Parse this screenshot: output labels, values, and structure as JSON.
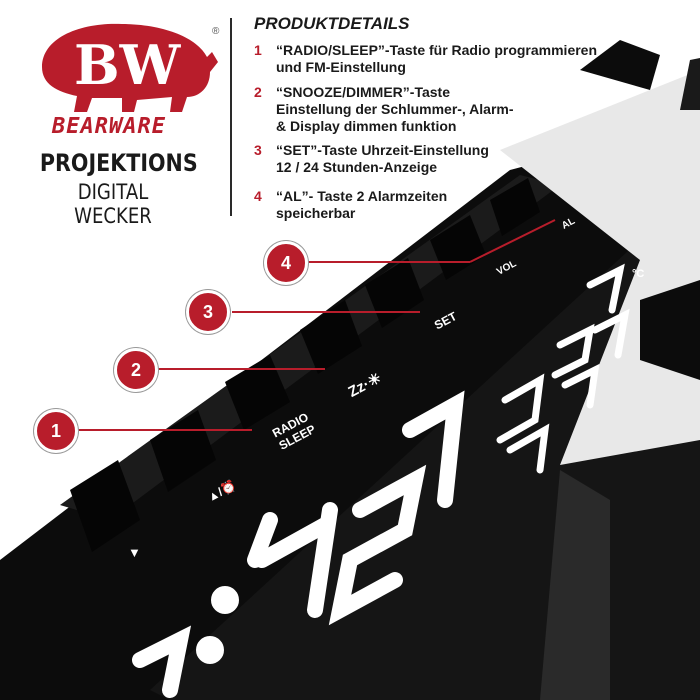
{
  "brand": {
    "monogram": "BW",
    "registered": "®",
    "name": "BEARWARE",
    "title": "PROJEKTIONS",
    "subtitle": "DIGITAL WECKER",
    "accent_color": "#b81d2b"
  },
  "details": {
    "heading": "PRODUKTDETAILS",
    "items": [
      {
        "num": "1",
        "line1": "“RADIO/SLEEP”-Taste für Radio programmieren",
        "line2": "und FM-Einstellung",
        "line3": ""
      },
      {
        "num": "2",
        "line1": "“SNOOZE/DIMMER”-Taste",
        "line2": "Einstellung der Schlummer-, Alarm-",
        "line3": "& Display dimmen funktion"
      },
      {
        "num": "3",
        "line1": "“SET”-Taste Uhrzeit-Einstellung",
        "line2": "12 / 24 Stunden-Anzeige",
        "line3": ""
      },
      {
        "num": "4",
        "line1": "“AL”- Taste 2 Alarmzeiten",
        "line2": "speicherbar",
        "line3": ""
      }
    ]
  },
  "clock": {
    "buttons": {
      "down": "▼",
      "up_alarm": "▲/⏰",
      "radio": "RADIO",
      "sleep": "SLEEP",
      "snooze": "Zz·☀",
      "set": "SET",
      "vol": "VOL",
      "al": "AL"
    },
    "unit": "°C",
    "markers": [
      "1",
      "2",
      "3",
      "4"
    ]
  },
  "icons": {
    "bear": "bear-icon",
    "alarm": "alarm-clock-icon",
    "sun": "sun-icon"
  }
}
